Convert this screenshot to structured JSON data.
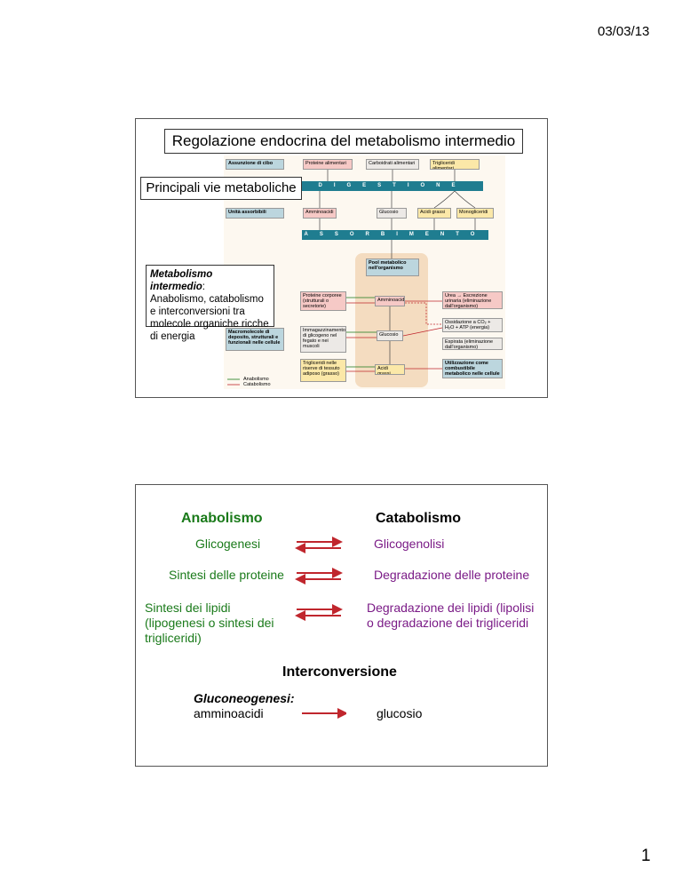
{
  "header": {
    "date": "03/03/13"
  },
  "footer": {
    "page_number": "1"
  },
  "slide1": {
    "title": "Regolazione endocrina del metabolismo intermedio",
    "subtitle": "Principali vie metaboliche",
    "note": {
      "heading": "Metabolismo intermedio",
      "heading_suffix": ":",
      "body": "Anabolismo, catabolismo e interconversioni tra molecole organiche ricche di energia"
    },
    "diagram": {
      "assunzione": "Assunzione di cibo",
      "proteine_alimentari": "Proteine alimentari",
      "carboidrati_alimentari": "Carboidrati alimentari",
      "trigliceridi_alimentari": "Trigliceridi alimentari",
      "digestione": "DIGESTIONE",
      "unita_assorbibili": "Unità assorbibili",
      "amminoacidi": "Amminoacidi",
      "glucosio": "Glucosio",
      "acidi_grassi": "Acidi grassi",
      "monogliceridi": "Monogliceridi",
      "assorbimento": "ASSORBIMENTO",
      "pool": "Pool metabolico nell'organismo",
      "proteine_corporee": "Proteine corporee (strutturali o secretorie)",
      "pool_amminoacidi": "Amminoacidi",
      "urea": "Urea → Escrezione urinaria (eliminazione dall'organismo)",
      "macromolecole": "Macromolecole di deposito, strutturali e funzionali nelle cellule",
      "immagazzinamento": "Immagazzinamento di glicogeno nel fegato e nei muscoli",
      "pool_glucosio": "Glucosio",
      "ossidazione": "Ossidazione a CO₂ + H₂O + ATP (energia)",
      "espirata": "Espirata (eliminazione dall'organismo)",
      "trigliceridi_riserve": "Trigliceridi nelle riserve di tessuto adiposo (grasso)",
      "pool_acidi_grassi": "Acidi grassi",
      "utilizzazione": "Utilizzazione come combustibile metabolico nelle cellule",
      "legend_anabolismo": "Anabolismo",
      "legend_catabolismo": "Catabolismo"
    }
  },
  "slide2": {
    "anabolismo_header": "Anabolismo",
    "catabolismo_header": "Catabolismo",
    "rows": [
      {
        "left": "Glicogenesi",
        "right": "Glicogenolisi"
      },
      {
        "left": "Sintesi delle proteine",
        "right": "Degradazione delle proteine"
      },
      {
        "left": "Sintesi dei lipidi (lipogenesi o sintesi dei trigliceridi)",
        "right": "Degradazione dei lipidi (lipolisi o degradazione dei trigliceridi"
      }
    ],
    "interconversione_header": "Interconversione",
    "gluconeogenesi_label": "Gluconeogenesi:",
    "gluconeogenesi_from": "amminoacidi",
    "gluconeogenesi_to": "glucosio"
  },
  "colors": {
    "anabolismo": "#1a7a1a",
    "catabolismo": "#7a1a86",
    "arrow": "#c0262d",
    "band": "#1f7d90"
  }
}
